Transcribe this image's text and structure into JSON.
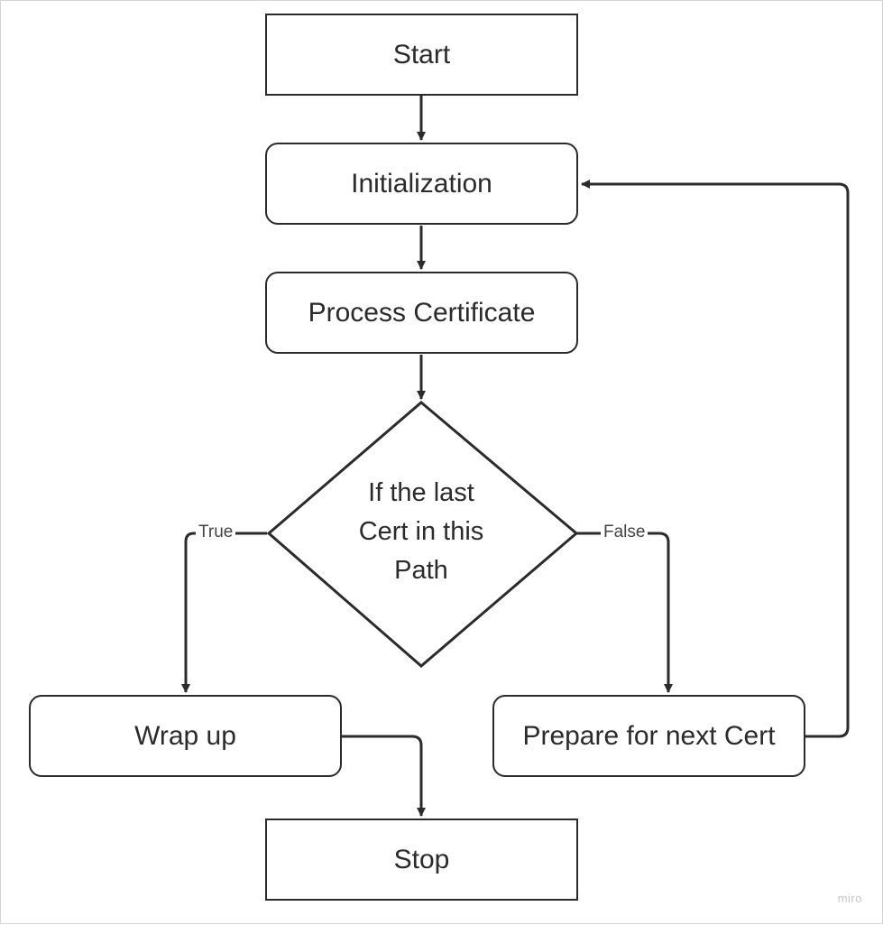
{
  "nodes": {
    "start": "Start",
    "initialization": "Initialization",
    "process_certificate": "Process Certificate",
    "decision": [
      "If the last",
      "Cert in this",
      "Path"
    ],
    "wrap_up": "Wrap up",
    "prepare_next": "Prepare for next Cert",
    "stop": "Stop"
  },
  "edge_labels": {
    "true": "True",
    "false": "False"
  },
  "branding": "miro",
  "colors": {
    "stroke": "#2b2b2b",
    "background": "#ffffff",
    "branding": "#c8c8c8"
  }
}
